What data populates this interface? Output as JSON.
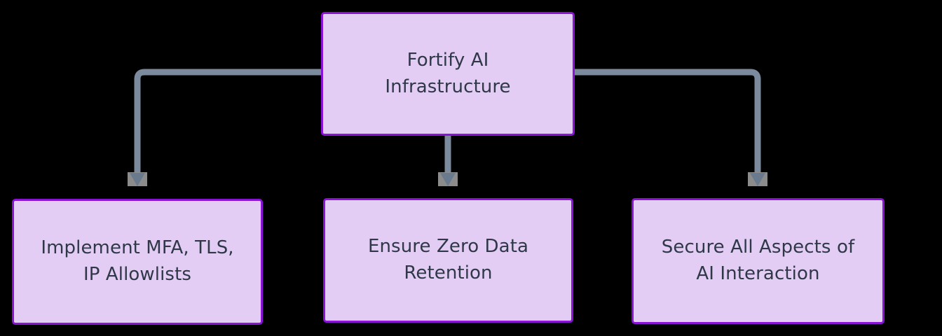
{
  "diagram": {
    "type": "flowchart-tree",
    "orientation": "top-down",
    "background_color": "#000000",
    "node_fill_color": "#e3cdf5",
    "node_border_color": "#8a13d6",
    "node_text_color": "#2f3847",
    "edge_color": "#7b8a9c",
    "edge_marker_halo_color": "#8c8c8c",
    "root": {
      "id": "root",
      "label": "Fortify AI\nInfrastructure"
    },
    "children": [
      {
        "id": "child-0",
        "label": "Implement MFA, TLS,\nIP Allowlists"
      },
      {
        "id": "child-1",
        "label": "Ensure Zero Data\nRetention"
      },
      {
        "id": "child-2",
        "label": "Secure All Aspects of\nAI Interaction"
      }
    ],
    "edges": [
      {
        "id": "edge-root-to-child-0",
        "from": "root",
        "to": "child-0",
        "style": "elbow-left",
        "arrow": "down"
      },
      {
        "id": "edge-root-to-child-1",
        "from": "root",
        "to": "child-1",
        "style": "straight",
        "arrow": "down"
      },
      {
        "id": "edge-root-to-child-2",
        "from": "root",
        "to": "child-2",
        "style": "elbow-right",
        "arrow": "down"
      }
    ]
  }
}
